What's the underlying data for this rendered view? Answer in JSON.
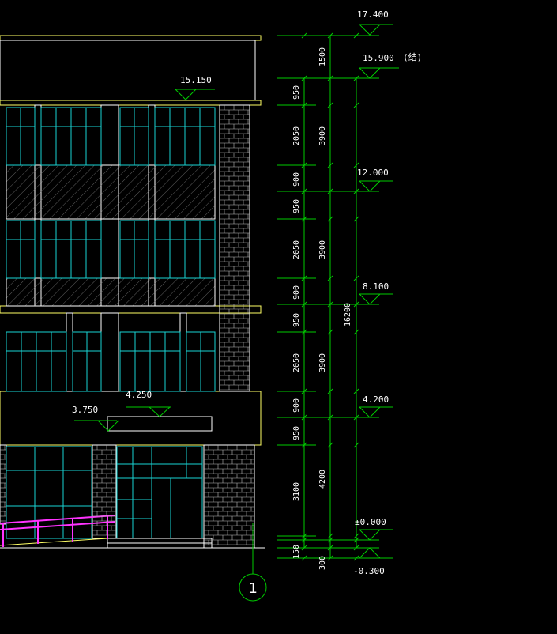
{
  "elevations": {
    "e17400": "17.400",
    "e15900": "15.900",
    "e15900_note": "(结)",
    "e15150": "15.150",
    "e12000": "12.000",
    "e8100": "8.100",
    "e4250": "4.250",
    "e4200": "4.200",
    "e3750": "3.750",
    "e0000": "±0.000",
    "em0300": "-0.300"
  },
  "dimensions": {
    "d1500": "1500",
    "d950_a": "950",
    "d2050_a": "2050",
    "d900_a": "900",
    "d950_b": "950",
    "d2050_b": "2050",
    "d900_b": "900",
    "d950_c": "950",
    "d2050_c": "2050",
    "d900_c": "900",
    "d950_d": "950",
    "d3100": "3100",
    "d150": "150",
    "d300": "300",
    "d3900_a": "3900",
    "d3900_b": "3900",
    "d3900_c": "3900",
    "d4200": "4200",
    "d16200": "16200"
  },
  "axis": {
    "label": "1"
  },
  "colors": {
    "dimension": "#00cc00",
    "outline": "#ffffff",
    "slab": "#ffff66",
    "glazing": "#19d3d3",
    "railing": "#ff33ff"
  }
}
